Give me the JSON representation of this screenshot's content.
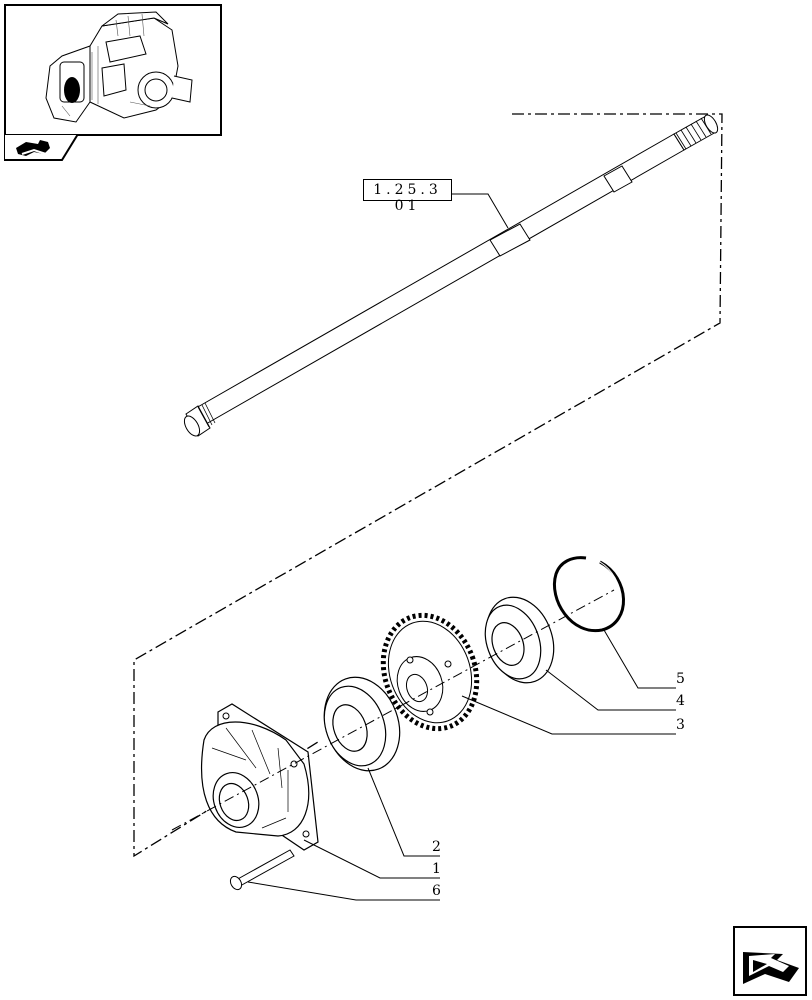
{
  "reference": {
    "code": "1.25.3 01"
  },
  "callouts": [
    {
      "id": "c1",
      "number": "1"
    },
    {
      "id": "c2",
      "number": "2"
    },
    {
      "id": "c3",
      "number": "3"
    },
    {
      "id": "c4",
      "number": "4"
    },
    {
      "id": "c5",
      "number": "5"
    },
    {
      "id": "c6",
      "number": "6"
    }
  ],
  "icons": {
    "thumbnail": "transmission-housing-thumbnail",
    "section_tab": "tractor-section-icon",
    "next_page": "next-page-arrow-icon"
  },
  "colors": {
    "line": "#000000",
    "background": "#ffffff",
    "icon_fill": "#000000"
  }
}
